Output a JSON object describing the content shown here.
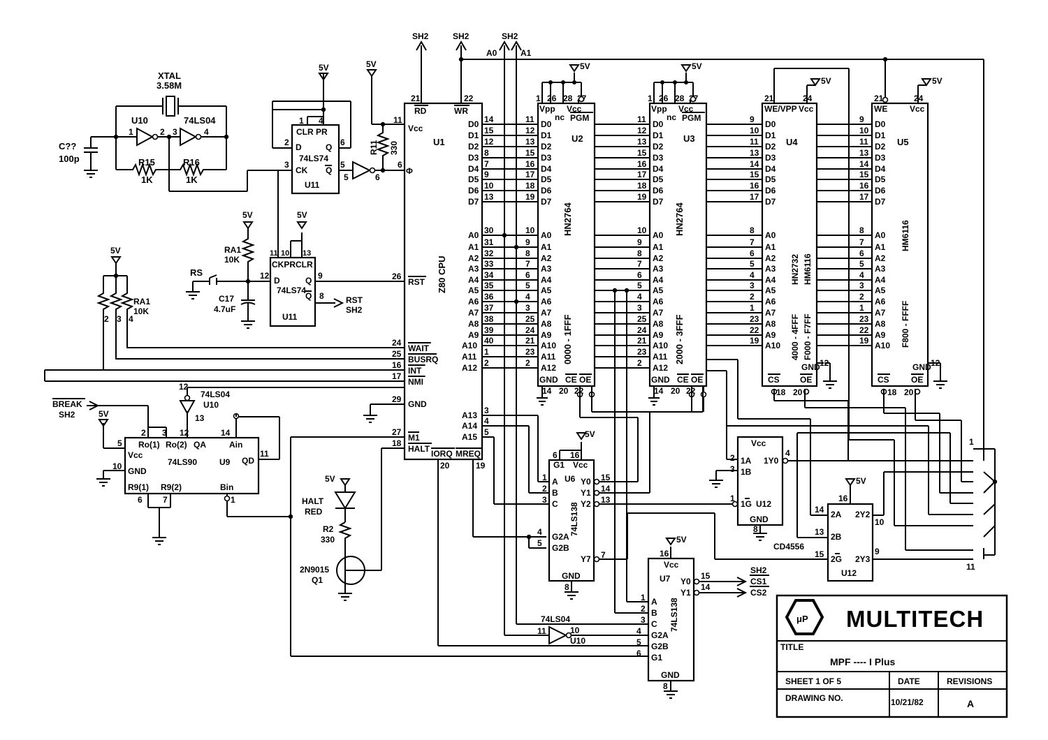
{
  "power": {
    "v5": "5V",
    "sh2": "SH2",
    "a0": "A0",
    "a1": "A1"
  },
  "u1": {
    "name": "U1",
    "type": "Z80 CPU",
    "vcc": "Vcc",
    "gnd": "GND",
    "left_pins": [
      {
        "n": "21",
        "l": "RD"
      },
      {
        "n": "22",
        "l": "WR"
      },
      {
        "n": "11",
        "l": "Vcc"
      },
      {
        "n": "6",
        "l": "Φ"
      },
      {
        "n": "26",
        "l": "RST"
      },
      {
        "n": "24",
        "l": "WAIT"
      },
      {
        "n": "25",
        "l": "BUSRQ"
      },
      {
        "n": "16",
        "l": "INT"
      },
      {
        "n": "17",
        "l": "NMI"
      },
      {
        "n": "29",
        "l": "GND"
      },
      {
        "n": "27",
        "l": "M1"
      },
      {
        "n": "18",
        "l": "HALT"
      }
    ],
    "data_pins": [
      {
        "n": "14",
        "l": "D0"
      },
      {
        "n": "15",
        "l": "D1"
      },
      {
        "n": "12",
        "l": "D2"
      },
      {
        "n": "8",
        "l": "D3"
      },
      {
        "n": "7",
        "l": "D4"
      },
      {
        "n": "9",
        "l": "D5"
      },
      {
        "n": "10",
        "l": "D6"
      },
      {
        "n": "13",
        "l": "D7"
      }
    ],
    "addr_pins": [
      {
        "n": "30",
        "l": "A0"
      },
      {
        "n": "31",
        "l": "A1"
      },
      {
        "n": "32",
        "l": "A2"
      },
      {
        "n": "33",
        "l": "A3"
      },
      {
        "n": "34",
        "l": "A4"
      },
      {
        "n": "35",
        "l": "A5"
      },
      {
        "n": "36",
        "l": "A6"
      },
      {
        "n": "37",
        "l": "A7"
      },
      {
        "n": "38",
        "l": "A8"
      },
      {
        "n": "39",
        "l": "A9"
      },
      {
        "n": "40",
        "l": "A10"
      },
      {
        "n": "1",
        "l": "A11"
      },
      {
        "n": "2",
        "l": "A12"
      }
    ],
    "high_addr": [
      {
        "n": "3",
        "l": "A13"
      },
      {
        "n": "4",
        "l": "A14"
      },
      {
        "n": "5",
        "l": "A15"
      }
    ],
    "bottom": [
      {
        "n": "20",
        "l": "IORQ"
      },
      {
        "n": "19",
        "l": "MREQ"
      }
    ]
  },
  "u2": {
    "name": "U2",
    "part": "HN2764",
    "range": "0000 - 1FFF",
    "vpp": "Vpp",
    "nc": "nc",
    "vcc": "Vcc",
    "pgm": "PGM",
    "gnd": "GND",
    "ce": "CE",
    "oe": "OE",
    "top_pins": [
      "1",
      "26",
      "28",
      "27"
    ],
    "bot_pins": [
      "14",
      "20",
      "22"
    ],
    "dpins": [
      "11",
      "12",
      "13",
      "15",
      "16",
      "17",
      "18",
      "19"
    ],
    "apins": [
      "10",
      "9",
      "8",
      "7",
      "6",
      "5",
      "4",
      "3",
      "25",
      "24",
      "21",
      "23",
      "2"
    ]
  },
  "u3": {
    "name": "U3",
    "part": "HN2764",
    "range": "2000 - 3FFF",
    "vpp": "Vpp",
    "nc": "nc",
    "vcc": "Vcc",
    "pgm": "PGM",
    "gnd": "GND",
    "ce": "CE",
    "oe": "OE",
    "top_pins": [
      "1",
      "26",
      "28",
      "27"
    ],
    "bot_pins": [
      "14",
      "20",
      "22"
    ],
    "dpins": [
      "11",
      "12",
      "13",
      "15",
      "16",
      "17",
      "18",
      "19"
    ],
    "apins": [
      "10",
      "9",
      "8",
      "7",
      "6",
      "5",
      "4",
      "3",
      "25",
      "24",
      "21",
      "23",
      "2"
    ]
  },
  "u4": {
    "name": "U4",
    "part1": "HN2732",
    "part2": "HM6116",
    "range1": "4000 - 4FFF",
    "range2": "F000 - F7FF",
    "we": "WE/VPP",
    "vcc": "Vcc",
    "gnd": "GND",
    "cs": "CS",
    "oe": "OE",
    "top_pins": [
      "21",
      "24"
    ],
    "bot_pins": [
      "18",
      "20"
    ],
    "gnd_pin": "12",
    "dpins": [
      "9",
      "10",
      "11",
      "13",
      "14",
      "15",
      "16",
      "17"
    ],
    "apins": [
      "8",
      "7",
      "6",
      "5",
      "4",
      "3",
      "2",
      "1",
      "23",
      "22",
      "19"
    ]
  },
  "u5": {
    "name": "U5",
    "part": "HM6116",
    "range": "F800 - FFFF",
    "we": "WE",
    "vcc": "Vcc",
    "gnd": "GND",
    "cs": "CS",
    "oe": "OE",
    "top_pins": [
      "21",
      "24"
    ],
    "bot_pins": [
      "18",
      "20"
    ],
    "gnd_pin": "12",
    "dpins": [
      "9",
      "10",
      "11",
      "13",
      "14",
      "15",
      "16",
      "17"
    ],
    "apins": [
      "8",
      "7",
      "6",
      "5",
      "4",
      "3",
      "2",
      "1",
      "23",
      "22",
      "19"
    ]
  },
  "dlabels": [
    "D0",
    "D1",
    "D2",
    "D3",
    "D4",
    "D5",
    "D6",
    "D7"
  ],
  "alabels": [
    "A0",
    "A1",
    "A2",
    "A3",
    "A4",
    "A5",
    "A6",
    "A7",
    "A8",
    "A9",
    "A10",
    "A11",
    "A12"
  ],
  "osc": {
    "xtal": "XTAL",
    "freq": "3.58M",
    "u10": "U10",
    "part": "74LS04",
    "cap": "C??",
    "cap_val": "100p",
    "r15": "R15",
    "r16": "R16",
    "rval": "1K",
    "p1": "1",
    "p2": "2",
    "p3": "3",
    "p4": "4"
  },
  "ff1": {
    "clrpr": "CLR PR",
    "d": "D",
    "ck": "CK",
    "q": "Q",
    "qn": "Q",
    "part": "74LS74",
    "name": "U11",
    "p1": "1",
    "p4": "4",
    "p2": "2",
    "p3": "3",
    "p6": "6",
    "p5": "5"
  },
  "inv2": {
    "p5": "5",
    "p6": "6"
  },
  "r11": {
    "name": "R11",
    "val": "330"
  },
  "ff2": {
    "top": "CKPRCLR",
    "d": "D",
    "q": "Q",
    "qn": "Q",
    "part": "74LS74",
    "name": "U11",
    "p11": "11",
    "p10": "10",
    "p13": "13",
    "p12": "12",
    "p9": "9",
    "p8": "8"
  },
  "rst": {
    "rs": "RS",
    "c17": "C17",
    "c17v": "4.7uF",
    "ra1": "RA1",
    "ra1v": "10K",
    "out1": "RST",
    "out2": "SH2"
  },
  "ra1b": {
    "name": "RA1",
    "val": "10K",
    "p2": "2",
    "p3": "3",
    "p4": "4"
  },
  "u9": {
    "name": "U9",
    "part": "74LS90",
    "ro1": "Ro(1)",
    "ro2": "Ro(2)",
    "qa": "QA",
    "ain": "Ain",
    "vcc": "Vcc",
    "gnd": "GND",
    "qd": "QD",
    "r91": "R9(1)",
    "r92": "R9(2)",
    "bin": "Bin",
    "p2": "2",
    "p3": "3",
    "p12": "12",
    "p14": "14",
    "p5": "5",
    "p10": "10",
    "p11": "11",
    "p6": "6",
    "p7": "7",
    "p1": "1"
  },
  "brk": {
    "label": "BREAK",
    "sh2": "SH2"
  },
  "inv3": {
    "part": "74LS04",
    "name": "U10",
    "p12": "12",
    "p13": "13"
  },
  "halt": {
    "led": "HALT",
    "led2": "RED",
    "r2": "R2",
    "r2v": "330",
    "q": "2N9015",
    "qn": "Q1"
  },
  "u6": {
    "name": "U6",
    "part": "74LS138",
    "g1": "G1",
    "vcc": "Vcc",
    "a": "A",
    "b": "B",
    "c": "C",
    "g2a": "G2A",
    "g2b": "G2B",
    "gnd": "GND",
    "y0": "Y0",
    "y1": "Y1",
    "y2": "Y2",
    "y7": "Y7",
    "p6": "6",
    "p16": "16",
    "p1": "1",
    "p2": "2",
    "p3": "3",
    "p4": "4",
    "p5": "5",
    "p8": "8",
    "p15": "15",
    "p14": "14",
    "p13": "13",
    "p7": "7"
  },
  "u7": {
    "name": "U7",
    "part": "74LS138",
    "vcc": "Vcc",
    "a": "A",
    "b": "B",
    "c": "C",
    "g2a": "G2A",
    "g2b": "G2B",
    "g1": "G1",
    "gnd": "GND",
    "y0": "Y0",
    "y1": "Y1",
    "p16": "16",
    "p15": "15",
    "p14": "14",
    "p1": "1",
    "p2": "2",
    "p3": "3",
    "p4": "4",
    "p5": "5",
    "p6": "6",
    "p8": "8",
    "out1": "SH2",
    "out2": "CS1",
    "out3": "CS2"
  },
  "inv4": {
    "part": "74LS04",
    "name": "U10",
    "p11": "11",
    "p10": "10"
  },
  "u12": {
    "name": "U12",
    "part": "CD4556",
    "vcc": "Vcc",
    "gnd": "GND",
    "a1": "1A",
    "b1": "1B",
    "g1": "1G",
    "y1": "1Y0",
    "a2": "2A",
    "b2": "2B",
    "g2": "2G",
    "y22": "2Y2",
    "y23": "2Y3",
    "p2": "2",
    "p3": "3",
    "p1": "1",
    "p4": "4",
    "p8": "8",
    "p16": "16",
    "p14": "14",
    "p13": "13",
    "p15": "15",
    "p10": "10",
    "p9": "9"
  },
  "jumper": {
    "p1": "1",
    "p11": "11"
  },
  "title_block": {
    "company": "MULTITECH",
    "mu": "μP",
    "title_label": "TITLE",
    "title": "MPF ---- I   Plus",
    "sheet": "SHEET  1 OF 5",
    "date_label": "DATE",
    "rev_label": "REVISIONS",
    "drawing_label": "DRAWING NO.",
    "date": "10/21/82",
    "rev": "A"
  }
}
